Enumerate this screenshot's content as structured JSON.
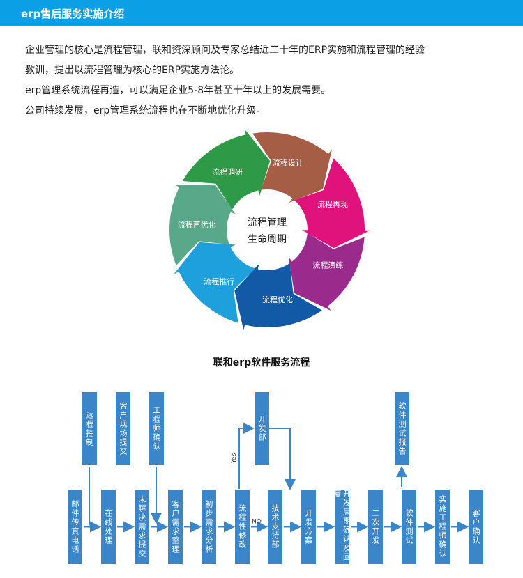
{
  "header": {
    "title": "erp售后服务实施介绍"
  },
  "intro": {
    "lines": [
      "企业管理的核心是流程管理，联和资深顾问及专家总结近二十年的ERP实施和流程管理的经验",
      "教训，提出以流程管理为核心的ERP实施方法论。",
      "erp管理系统流程再造，可以满足企业5-8年甚至十年以上的发展需要。",
      "公司持续发展，erp管理系统流程也在不断地优化升级。"
    ]
  },
  "cycle": {
    "center_line1": "流程管理",
    "center_line2": "生命周期",
    "segments": [
      {
        "label": "流程调研",
        "color": "#2e9a48"
      },
      {
        "label": "流程设计",
        "color": "#a65d45"
      },
      {
        "label": "流程再现",
        "color": "#e0127b"
      },
      {
        "label": "流程演练",
        "color": "#9a2a8c"
      },
      {
        "label": "流程优化",
        "color": "#1259a6"
      },
      {
        "label": "流程推行",
        "color": "#1da0dc"
      },
      {
        "label": "流程再优化",
        "color": "#5aa88a"
      }
    ]
  },
  "flow": {
    "title": "联和erp软件服务流程",
    "box_color": "#3a86c8",
    "arrow_color": "#3a86c8",
    "top_boxes": [
      {
        "label": "远程控制"
      },
      {
        "label": "客户现场提交"
      },
      {
        "label": "工程师确认"
      },
      {
        "label": "开发部"
      },
      {
        "label": "软件测试报告"
      }
    ],
    "bottom_boxes": [
      {
        "label": "邮件传真电话"
      },
      {
        "label": "在线处理"
      },
      {
        "label": "未解决需求提交"
      },
      {
        "label": "客户需求整理"
      },
      {
        "label": "初步需求分析"
      },
      {
        "label": "流程性修改"
      },
      {
        "label": "技术支持部"
      },
      {
        "label": "开发方案"
      },
      {
        "label": "开发周期确认及回复"
      },
      {
        "label": "二次开发"
      },
      {
        "label": "软件测试"
      },
      {
        "label": "实施工程师确认"
      },
      {
        "label": "客户确认"
      }
    ],
    "yes_label": "Yes",
    "no_label": "NO"
  }
}
